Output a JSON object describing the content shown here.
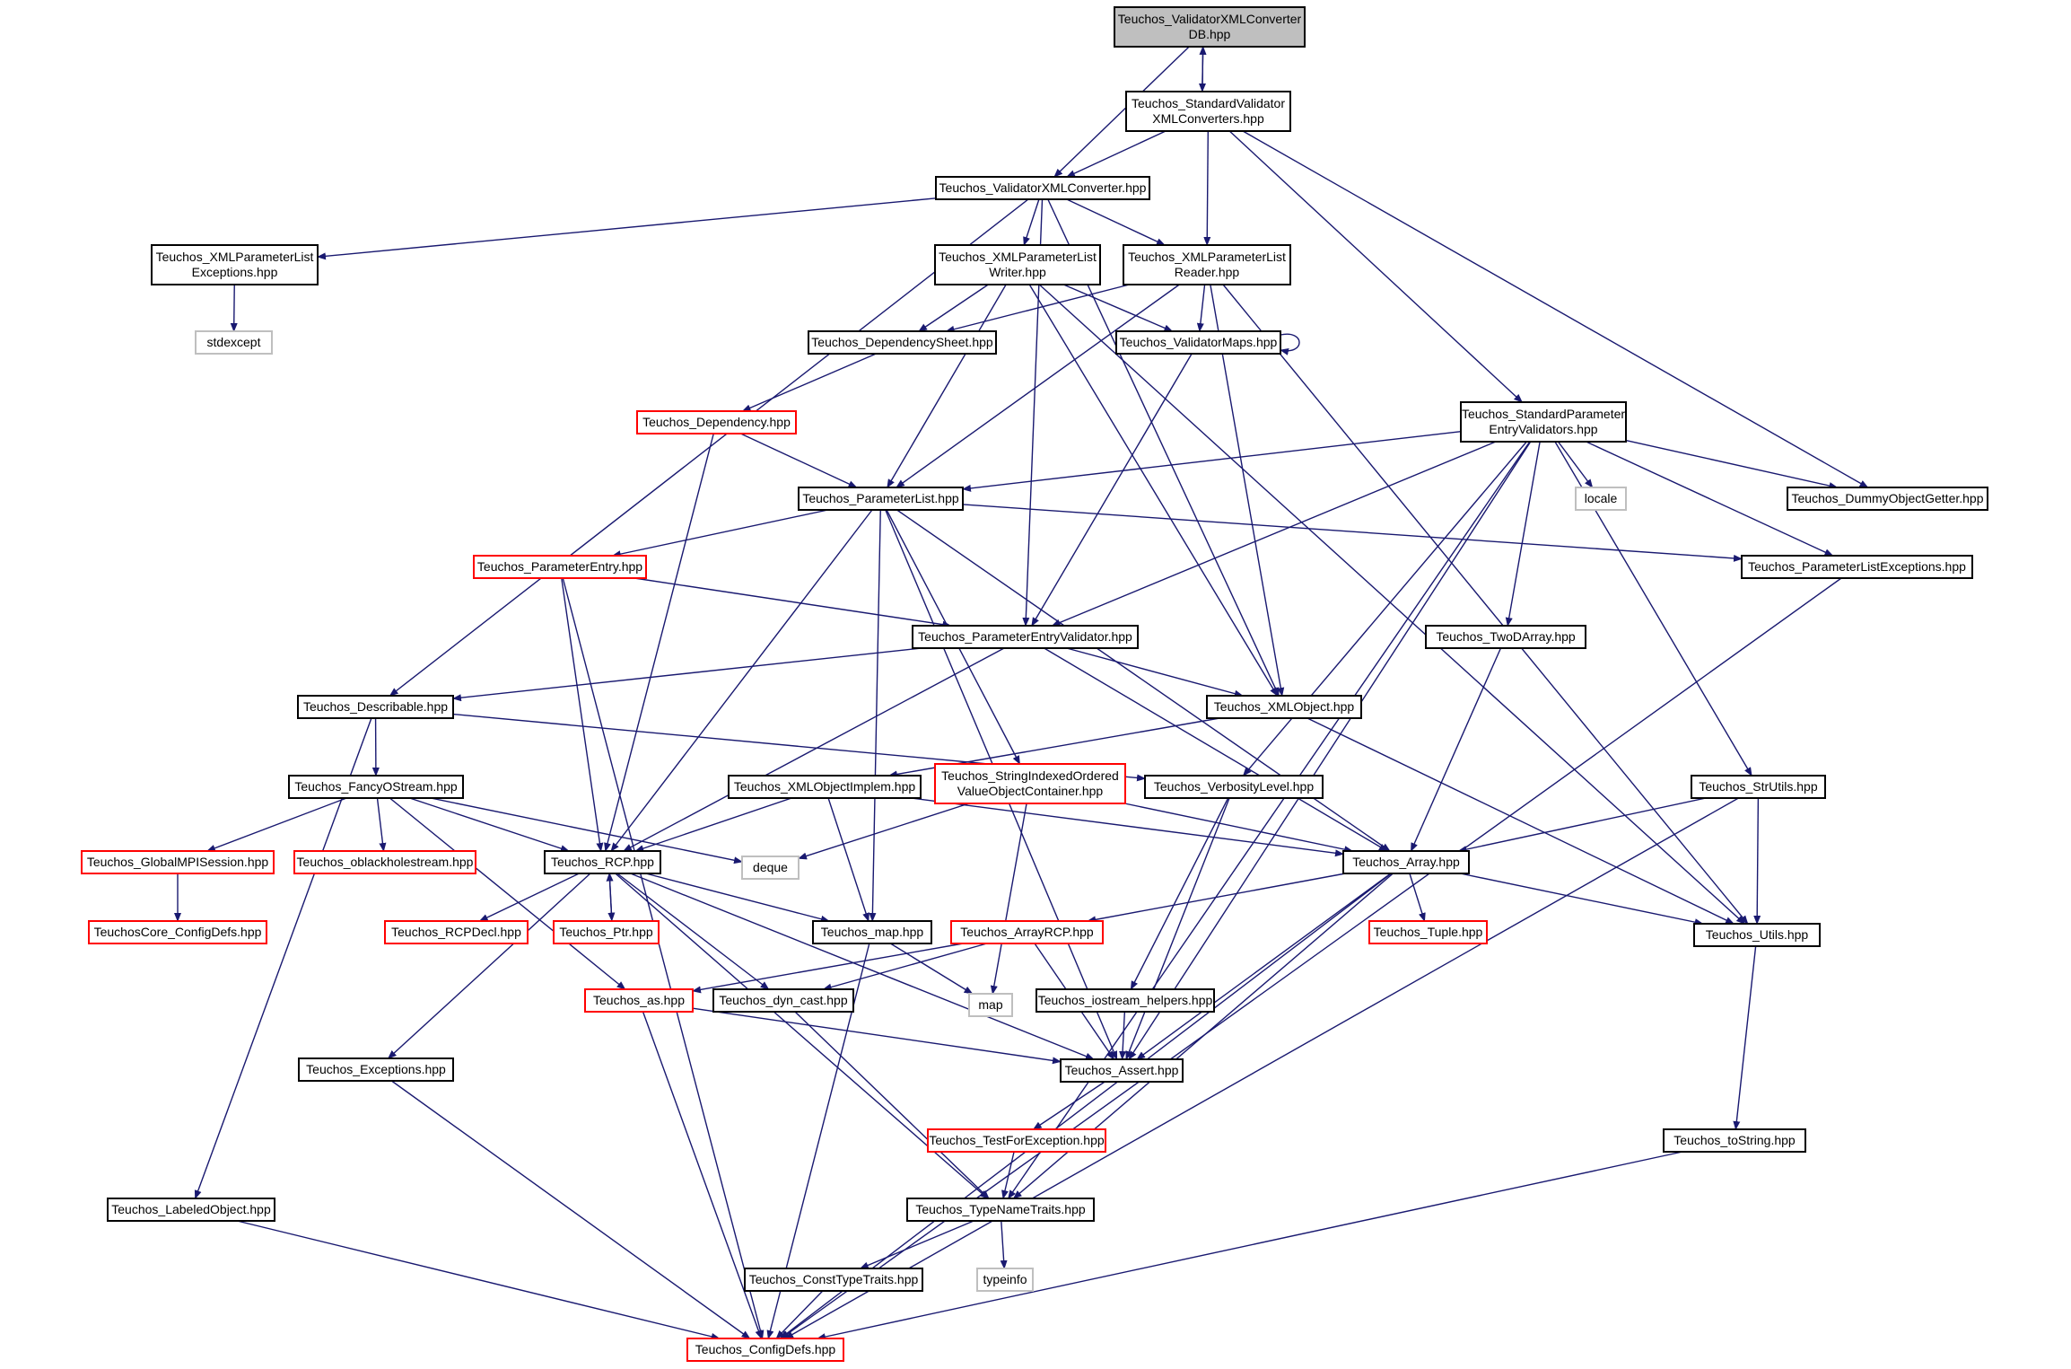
{
  "colors": {
    "edge": "#191970",
    "node_border_black": "#000000",
    "node_border_red": "#ff0000",
    "node_border_gray": "#bfbfbf",
    "node_fill": "#ffffff",
    "root_fill": "#bfbfbf",
    "text": "#000000"
  },
  "nodes": [
    {
      "id": "root",
      "lines": [
        "Teuchos_ValidatorXMLConverter",
        "DB.hpp"
      ],
      "style": "root"
    },
    {
      "id": "stdvalxml",
      "lines": [
        "Teuchos_StandardValidator",
        "XMLConverters.hpp"
      ],
      "style": "black"
    },
    {
      "id": "valxml",
      "lines": [
        "Teuchos_ValidatorXMLConverter.hpp"
      ],
      "style": "black"
    },
    {
      "id": "xmlplexc",
      "lines": [
        "Teuchos_XMLParameterList",
        "Exceptions.hpp"
      ],
      "style": "black"
    },
    {
      "id": "stdexcept",
      "lines": [
        "stdexcept"
      ],
      "style": "gray"
    },
    {
      "id": "xmlplwriter",
      "lines": [
        "Teuchos_XMLParameterList",
        "Writer.hpp"
      ],
      "style": "black"
    },
    {
      "id": "xmlplreader",
      "lines": [
        "Teuchos_XMLParameterList",
        "Reader.hpp"
      ],
      "style": "black"
    },
    {
      "id": "depsheet",
      "lines": [
        "Teuchos_DependencySheet.hpp"
      ],
      "style": "black"
    },
    {
      "id": "valmaps",
      "lines": [
        "Teuchos_ValidatorMaps.hpp"
      ],
      "style": "black"
    },
    {
      "id": "dependency",
      "lines": [
        "Teuchos_Dependency.hpp"
      ],
      "style": "red"
    },
    {
      "id": "stdpev",
      "lines": [
        "Teuchos_StandardParameter",
        "EntryValidators.hpp"
      ],
      "style": "black"
    },
    {
      "id": "locale",
      "lines": [
        "locale"
      ],
      "style": "gray"
    },
    {
      "id": "dummy",
      "lines": [
        "Teuchos_DummyObjectGetter.hpp"
      ],
      "style": "black"
    },
    {
      "id": "plist",
      "lines": [
        "Teuchos_ParameterList.hpp"
      ],
      "style": "black"
    },
    {
      "id": "plexc",
      "lines": [
        "Teuchos_ParameterListExceptions.hpp"
      ],
      "style": "black"
    },
    {
      "id": "pentry",
      "lines": [
        "Teuchos_ParameterEntry.hpp"
      ],
      "style": "red"
    },
    {
      "id": "pev",
      "lines": [
        "Teuchos_ParameterEntryValidator.hpp"
      ],
      "style": "black"
    },
    {
      "id": "twod",
      "lines": [
        "Teuchos_TwoDArray.hpp"
      ],
      "style": "black"
    },
    {
      "id": "describable",
      "lines": [
        "Teuchos_Describable.hpp"
      ],
      "style": "black"
    },
    {
      "id": "xmlobj",
      "lines": [
        "Teuchos_XMLObject.hpp"
      ],
      "style": "black"
    },
    {
      "id": "fancy",
      "lines": [
        "Teuchos_FancyOStream.hpp"
      ],
      "style": "black"
    },
    {
      "id": "xmlimpl",
      "lines": [
        "Teuchos_XMLObjectImplem.hpp"
      ],
      "style": "black"
    },
    {
      "id": "sioc",
      "lines": [
        "Teuchos_StringIndexedOrdered",
        "ValueObjectContainer.hpp"
      ],
      "style": "red"
    },
    {
      "id": "verb",
      "lines": [
        "Teuchos_VerbosityLevel.hpp"
      ],
      "style": "black"
    },
    {
      "id": "strutils",
      "lines": [
        "Teuchos_StrUtils.hpp"
      ],
      "style": "black"
    },
    {
      "id": "gmpi",
      "lines": [
        "Teuchos_GlobalMPISession.hpp"
      ],
      "style": "red"
    },
    {
      "id": "oblack",
      "lines": [
        "Teuchos_oblackholestream.hpp"
      ],
      "style": "red"
    },
    {
      "id": "rcp",
      "lines": [
        "Teuchos_RCP.hpp"
      ],
      "style": "black"
    },
    {
      "id": "deque",
      "lines": [
        "deque"
      ],
      "style": "gray"
    },
    {
      "id": "array",
      "lines": [
        "Teuchos_Array.hpp"
      ],
      "style": "black"
    },
    {
      "id": "coreconfig",
      "lines": [
        "TeuchosCore_ConfigDefs.hpp"
      ],
      "style": "red"
    },
    {
      "id": "rcpdecl",
      "lines": [
        "Teuchos_RCPDecl.hpp"
      ],
      "style": "red"
    },
    {
      "id": "ptr",
      "lines": [
        "Teuchos_Ptr.hpp"
      ],
      "style": "red"
    },
    {
      "id": "maphpp",
      "lines": [
        "Teuchos_map.hpp"
      ],
      "style": "black"
    },
    {
      "id": "arrayrcp",
      "lines": [
        "Teuchos_ArrayRCP.hpp"
      ],
      "style": "red"
    },
    {
      "id": "tuple",
      "lines": [
        "Teuchos_Tuple.hpp"
      ],
      "style": "red"
    },
    {
      "id": "utils",
      "lines": [
        "Teuchos_Utils.hpp"
      ],
      "style": "black"
    },
    {
      "id": "as",
      "lines": [
        "Teuchos_as.hpp"
      ],
      "style": "red"
    },
    {
      "id": "dyncast",
      "lines": [
        "Teuchos_dyn_cast.hpp"
      ],
      "style": "black"
    },
    {
      "id": "map",
      "lines": [
        "map"
      ],
      "style": "gray"
    },
    {
      "id": "iohelpers",
      "lines": [
        "Teuchos_iostream_helpers.hpp"
      ],
      "style": "black"
    },
    {
      "id": "exceptions",
      "lines": [
        "Teuchos_Exceptions.hpp"
      ],
      "style": "black"
    },
    {
      "id": "assert",
      "lines": [
        "Teuchos_Assert.hpp"
      ],
      "style": "black"
    },
    {
      "id": "testexc",
      "lines": [
        "Teuchos_TestForException.hpp"
      ],
      "style": "red"
    },
    {
      "id": "tostring",
      "lines": [
        "Teuchos_toString.hpp"
      ],
      "style": "black"
    },
    {
      "id": "labeled",
      "lines": [
        "Teuchos_LabeledObject.hpp"
      ],
      "style": "black"
    },
    {
      "id": "typename",
      "lines": [
        "Teuchos_TypeNameTraits.hpp"
      ],
      "style": "black"
    },
    {
      "id": "consttype",
      "lines": [
        "Teuchos_ConstTypeTraits.hpp"
      ],
      "style": "black"
    },
    {
      "id": "typeinfo",
      "lines": [
        "typeinfo"
      ],
      "style": "gray"
    },
    {
      "id": "configdefs",
      "lines": [
        "Teuchos_ConfigDefs.hpp"
      ],
      "style": "red"
    }
  ],
  "edges": [
    [
      "root",
      "valxml"
    ],
    [
      "root",
      "stdvalxml"
    ],
    [
      "stdvalxml",
      "root"
    ],
    [
      "stdvalxml",
      "valxml"
    ],
    [
      "stdvalxml",
      "xmlplreader"
    ],
    [
      "stdvalxml",
      "stdpev"
    ],
    [
      "stdvalxml",
      "dummy"
    ],
    [
      "valxml",
      "xmlplexc"
    ],
    [
      "valxml",
      "xmlplwriter"
    ],
    [
      "valxml",
      "xmlplreader"
    ],
    [
      "valxml",
      "describable"
    ],
    [
      "valxml",
      "pev"
    ],
    [
      "valxml",
      "xmlobj"
    ],
    [
      "xmlplexc",
      "stdexcept"
    ],
    [
      "xmlplwriter",
      "depsheet"
    ],
    [
      "xmlplwriter",
      "valmaps"
    ],
    [
      "xmlplwriter",
      "plist"
    ],
    [
      "xmlplwriter",
      "xmlobj"
    ],
    [
      "xmlplwriter",
      "utils"
    ],
    [
      "xmlplreader",
      "depsheet"
    ],
    [
      "xmlplreader",
      "valmaps"
    ],
    [
      "xmlplreader",
      "plist"
    ],
    [
      "xmlplreader",
      "xmlobj"
    ],
    [
      "xmlplreader",
      "utils"
    ],
    [
      "depsheet",
      "dependency"
    ],
    [
      "valmaps",
      "pev"
    ],
    [
      "valmaps",
      "valmaps"
    ],
    [
      "dependency",
      "plist"
    ],
    [
      "dependency",
      "rcp"
    ],
    [
      "stdpev",
      "plist"
    ],
    [
      "stdpev",
      "pev"
    ],
    [
      "stdpev",
      "locale"
    ],
    [
      "stdpev",
      "dummy"
    ],
    [
      "stdpev",
      "plexc"
    ],
    [
      "stdpev",
      "twod"
    ],
    [
      "stdpev",
      "verb"
    ],
    [
      "stdpev",
      "strutils"
    ],
    [
      "stdpev",
      "assert"
    ],
    [
      "stdpev",
      "typename"
    ],
    [
      "plist",
      "pentry"
    ],
    [
      "plist",
      "plexc"
    ],
    [
      "plist",
      "sioc"
    ],
    [
      "plist",
      "rcp"
    ],
    [
      "plist",
      "maphpp"
    ],
    [
      "plist",
      "array"
    ],
    [
      "plist",
      "assert"
    ],
    [
      "plexc",
      "configdefs"
    ],
    [
      "pentry",
      "pev"
    ],
    [
      "pentry",
      "rcp"
    ],
    [
      "pentry",
      "configdefs"
    ],
    [
      "pev",
      "describable"
    ],
    [
      "pev",
      "xmlobj"
    ],
    [
      "pev",
      "rcp"
    ],
    [
      "pev",
      "array"
    ],
    [
      "twod",
      "array"
    ],
    [
      "describable",
      "fancy"
    ],
    [
      "describable",
      "verb"
    ],
    [
      "describable",
      "labeled"
    ],
    [
      "xmlobj",
      "xmlimpl"
    ],
    [
      "xmlobj",
      "utils"
    ],
    [
      "fancy",
      "gmpi"
    ],
    [
      "fancy",
      "oblack"
    ],
    [
      "fancy",
      "rcp"
    ],
    [
      "fancy",
      "deque"
    ],
    [
      "fancy",
      "as"
    ],
    [
      "xmlimpl",
      "rcp"
    ],
    [
      "xmlimpl",
      "maphpp"
    ],
    [
      "xmlimpl",
      "array"
    ],
    [
      "sioc",
      "deque"
    ],
    [
      "sioc",
      "array"
    ],
    [
      "sioc",
      "map"
    ],
    [
      "verb",
      "iohelpers"
    ],
    [
      "verb",
      "assert"
    ],
    [
      "strutils",
      "array"
    ],
    [
      "strutils",
      "utils"
    ],
    [
      "strutils",
      "configdefs"
    ],
    [
      "gmpi",
      "coreconfig"
    ],
    [
      "rcp",
      "rcpdecl"
    ],
    [
      "rcp",
      "ptr"
    ],
    [
      "ptr",
      "rcp"
    ],
    [
      "rcp",
      "maphpp"
    ],
    [
      "rcp",
      "dyncast"
    ],
    [
      "rcp",
      "assert"
    ],
    [
      "rcp",
      "exceptions"
    ],
    [
      "rcp",
      "typename"
    ],
    [
      "array",
      "arrayrcp"
    ],
    [
      "array",
      "tuple"
    ],
    [
      "array",
      "utils"
    ],
    [
      "array",
      "assert"
    ],
    [
      "array",
      "typename"
    ],
    [
      "array",
      "configdefs"
    ],
    [
      "maphpp",
      "map"
    ],
    [
      "maphpp",
      "configdefs"
    ],
    [
      "arrayrcp",
      "as"
    ],
    [
      "arrayrcp",
      "dyncast"
    ],
    [
      "arrayrcp",
      "assert"
    ],
    [
      "utils",
      "tostring"
    ],
    [
      "as",
      "assert"
    ],
    [
      "as",
      "configdefs"
    ],
    [
      "dyncast",
      "typename"
    ],
    [
      "iohelpers",
      "assert"
    ],
    [
      "exceptions",
      "configdefs"
    ],
    [
      "assert",
      "testexc"
    ],
    [
      "testexc",
      "typename"
    ],
    [
      "tostring",
      "configdefs"
    ],
    [
      "labeled",
      "configdefs"
    ],
    [
      "typename",
      "consttype"
    ],
    [
      "typename",
      "typeinfo"
    ],
    [
      "consttype",
      "configdefs"
    ]
  ]
}
